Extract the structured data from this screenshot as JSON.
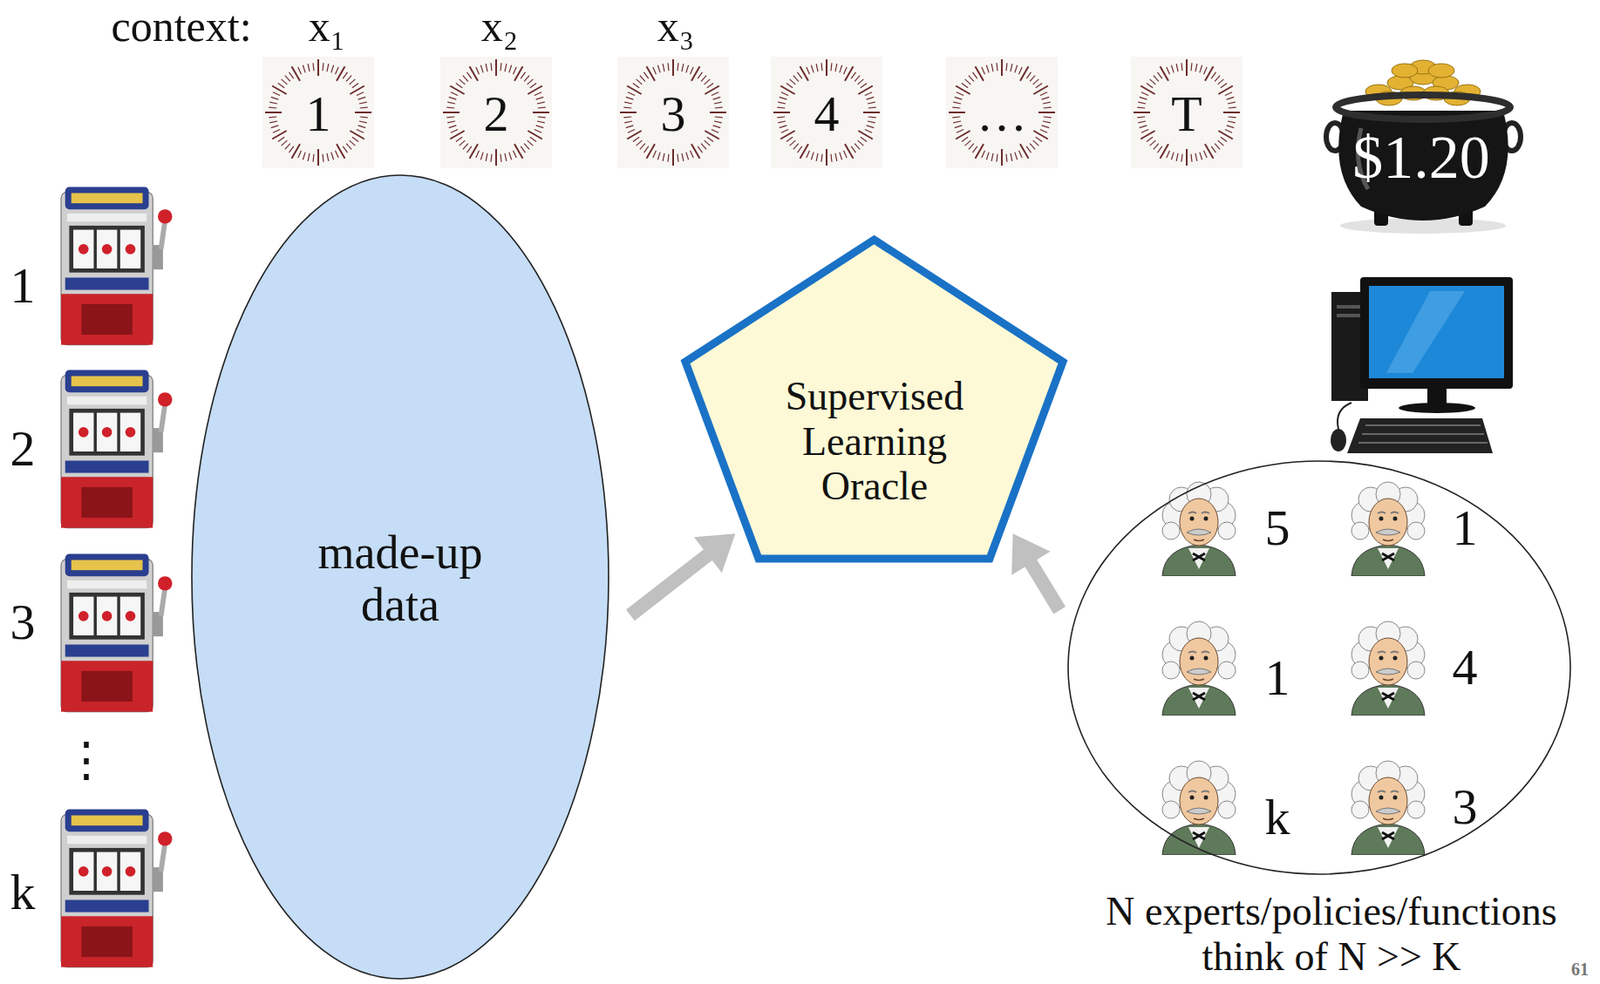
{
  "diagram": {
    "nodes": [
      {
        "text": [
          "1"
        ]
      },
      {
        "text": [
          "2"
        ]
      },
      {
        "text": [
          "3"
        ]
      },
      {
        "text": [
          "4"
        ]
      },
      {
        "text": [
          "…"
        ]
      },
      {
        "text": [
          "T"
        ]
      },
      {
        "text": [
          "$1.20"
        ]
      },
      {
        "text": [
          "made-up data"
        ]
      },
      {
        "text": [
          "Supervised Learning Oracle"
        ]
      },
      {
        "text": [
          "5",
          "1",
          "1",
          "4",
          "k",
          "3",
          "N experts/policies/functions think of N >> K"
        ]
      }
    ],
    "edges": [
      {
        "from": 7,
        "to": 8,
        "arrow": "to"
      },
      {
        "from": 9,
        "to": 8,
        "arrow": "to"
      }
    ],
    "labels": [
      "context:",
      "x₁",
      "x₂",
      "x₃",
      "1",
      "2",
      "3",
      "⋮",
      "k",
      "61"
    ]
  }
}
